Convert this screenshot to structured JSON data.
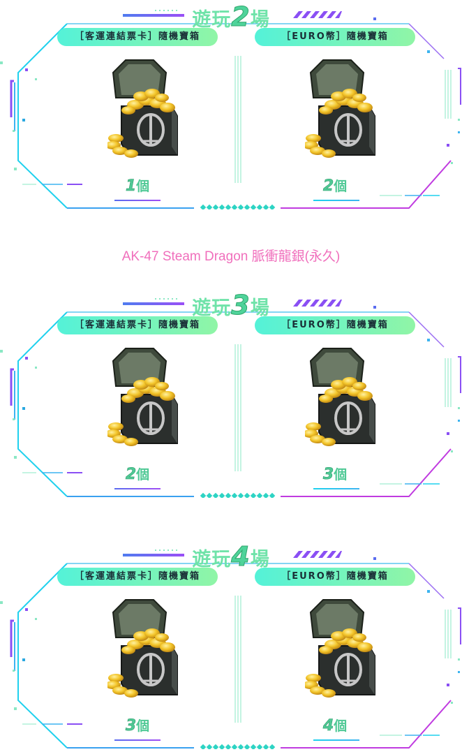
{
  "panels": [
    {
      "title_prefix": "遊玩",
      "title_num": "2",
      "title_suffix": "場",
      "left": {
        "box_label": "［客運連結票卡］隨機寶箱",
        "qty_num": "1",
        "qty_unit": "個",
        "icon": "treasure-chest-icon"
      },
      "right": {
        "box_label": "［EURO幣］隨機寶箱",
        "qty_num": "2",
        "qty_unit": "個",
        "icon": "treasure-chest-icon"
      }
    },
    {
      "title_prefix": "遊玩",
      "title_num": "3",
      "title_suffix": "場",
      "left": {
        "box_label": "［客運連結票卡］隨機寶箱",
        "qty_num": "2",
        "qty_unit": "個",
        "icon": "treasure-chest-icon"
      },
      "right": {
        "box_label": "［EURO幣］隨機寶箱",
        "qty_num": "3",
        "qty_unit": "個",
        "icon": "treasure-chest-icon"
      }
    },
    {
      "title_prefix": "遊玩",
      "title_num": "4",
      "title_suffix": "場",
      "left": {
        "box_label": "［客運連結票卡］隨機寶箱",
        "qty_num": "3",
        "qty_unit": "個",
        "icon": "treasure-chest-icon"
      },
      "right": {
        "box_label": "［EURO幣］隨機寶箱",
        "qty_num": "4",
        "qty_unit": "個",
        "icon": "treasure-chest-icon"
      }
    }
  ],
  "prize_text": "AK-47 Steam Dragon 脈衝龍銀(永久)",
  "colors": {
    "accent_green": "#6fe3a9",
    "pill_start": "#54f2d8",
    "pill_end": "#90f5a6",
    "frame_cyan": "#1fd1ee",
    "frame_violet": "#a04ef5",
    "prize_pink": "#f06fbc"
  }
}
